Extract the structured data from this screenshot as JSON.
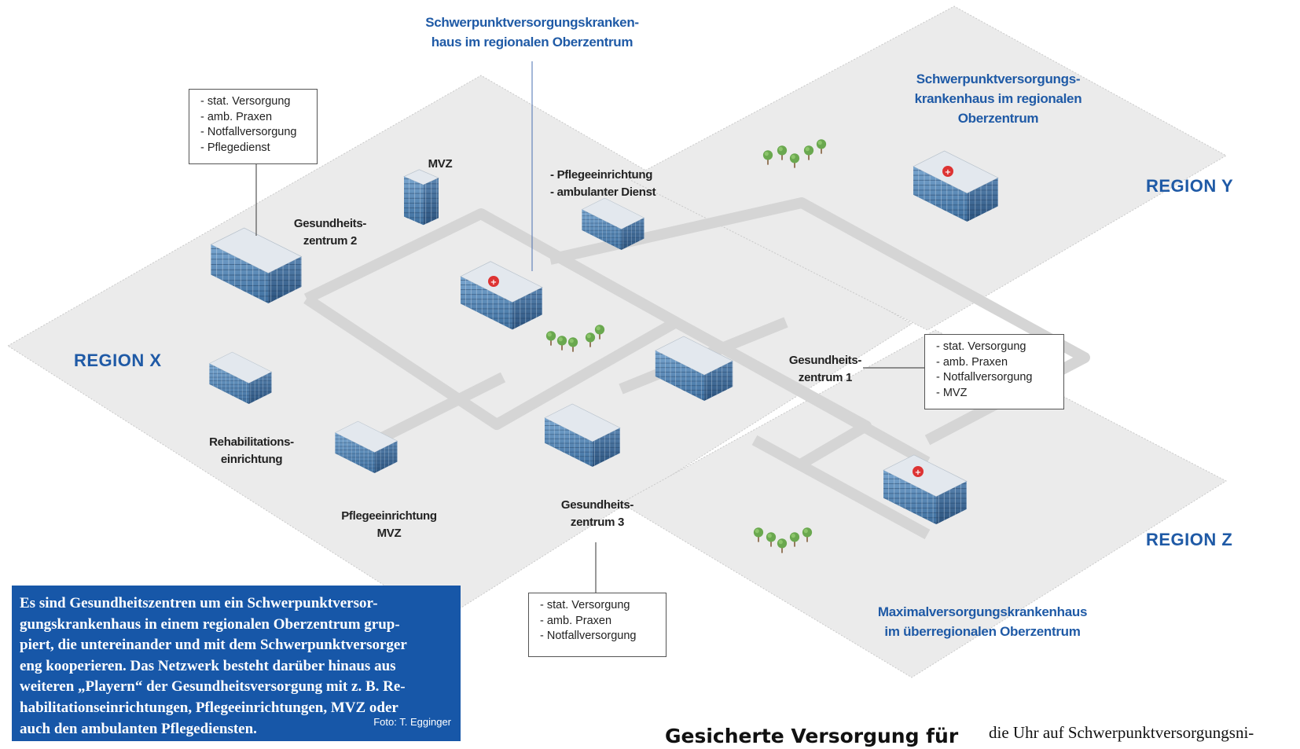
{
  "top_label": {
    "lines": [
      "Schwerpunktversorgungskranken-",
      "haus im regionalen Oberzentrum"
    ]
  },
  "region_y_hospital": {
    "lines": [
      "Schwerpunktversorgungs-",
      "krankenhaus im regionalen",
      "Oberzentrum"
    ]
  },
  "region_z_hospital": {
    "lines": [
      "Maximalversorgungskrankenhaus",
      "im überregionalen Oberzentrum"
    ]
  },
  "regions": {
    "x": "REGION X",
    "y": "REGION Y",
    "z": "REGION Z"
  },
  "facilities": {
    "mvz": [
      "MVZ"
    ],
    "pflege_top": [
      "- Pflegeeinrichtung",
      "- ambulanter Dienst"
    ],
    "gz2": [
      "Gesundheits-",
      "zentrum 2"
    ],
    "gz1": [
      "Gesundheits-",
      "zentrum 1"
    ],
    "gz3": [
      "Gesundheits-",
      "zentrum 3"
    ],
    "reha": [
      "Rehabilitations-",
      "einrichtung"
    ],
    "pflege_mvz": [
      "Pflegeeinrichtung",
      "MVZ"
    ]
  },
  "boxes": {
    "gz2": [
      "- stat. Versorgung",
      "- amb. Praxen",
      "- Notfallversorgung",
      "- Pflegedienst"
    ],
    "gz1": [
      "- stat. Versorgung",
      "- amb. Praxen",
      "- Notfallversorgung",
      "- MVZ"
    ],
    "gz3": [
      "- stat. Versorgung",
      "- amb. Praxen",
      "- Notfallversorgung"
    ]
  },
  "caption": {
    "lines": [
      "Es sind Gesundheitszentren um ein Schwerpunktversor-",
      "gungskrankenhaus in einem regionalen Oberzentrum grup-",
      "piert, die untereinander und mit dem Schwerpunktversorger",
      "eng kooperieren. Das Netzwerk besteht darüber hinaus aus",
      "weiteren „Playern“ der Gesundheitsversorgung mit z. B. Re-",
      "habilitationseinrichtungen, Pflegeeinrichtungen, MVZ oder",
      "auch den ambulanten Pflegediensten."
    ],
    "credit": "Foto: T. Egginger"
  },
  "headline": "Gesicherte Versorgung für",
  "body_text": "die Uhr auf Schwerpunktversorgungsni-",
  "colors": {
    "accent": "#1f5aa6",
    "caption_bg": "#1757a8",
    "ground": "#e9e9e9",
    "road": "#d4d4d4",
    "glass": "#5e8fbd",
    "roof": "#e6ebf0"
  }
}
